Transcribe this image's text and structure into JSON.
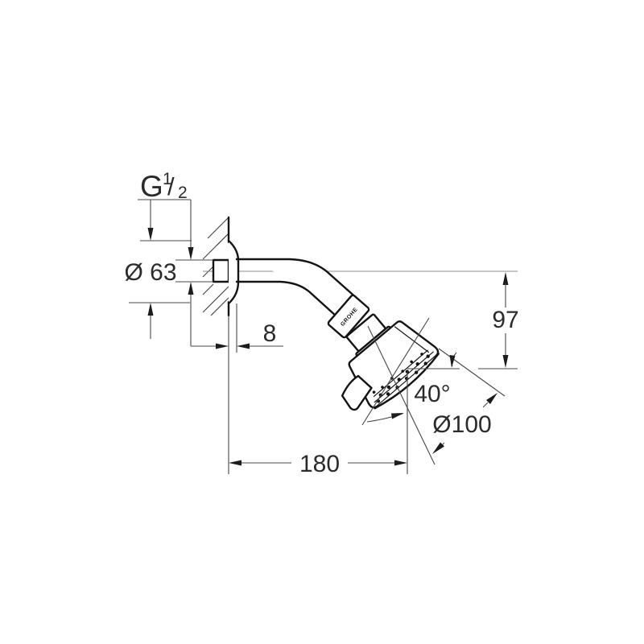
{
  "drawing": {
    "type": "technical-dimension-drawing",
    "subject": "wall-mounted head shower with shower arm, side view",
    "brand_mark": "GROHE",
    "dimensions": {
      "thread_size": {
        "prefix": "G",
        "numerator": "1",
        "slash": "/",
        "denominator": "2"
      },
      "flange_diameter": "Ø 63",
      "flange_offset": "8",
      "drop_height": "97",
      "spray_angle": "40°",
      "head_diameter": "Ø100",
      "arm_projection": "180"
    },
    "colors": {
      "background": "#ffffff",
      "product_line": "#141414",
      "dimension_line": "#474747",
      "center_line": "#8d8d8d",
      "text": "#2b2b2b"
    }
  }
}
